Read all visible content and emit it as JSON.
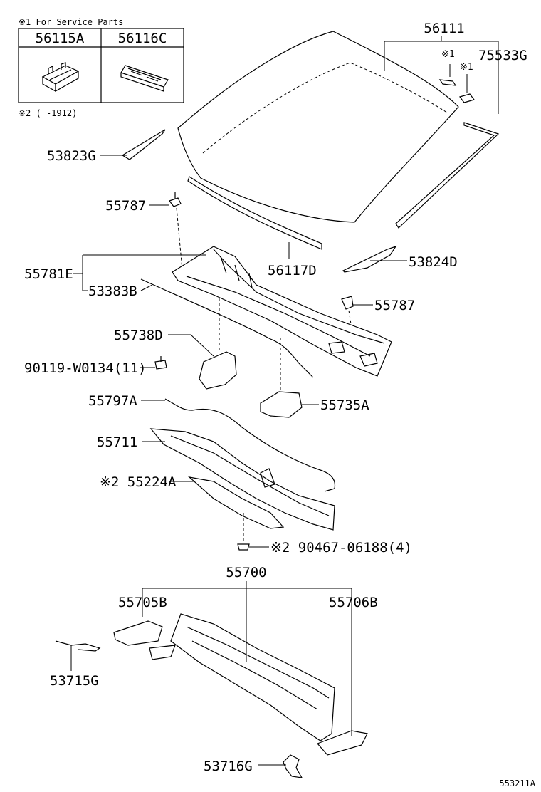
{
  "service_box": {
    "title": "※1 For Service Parts",
    "col1": "56115A",
    "col2": "56116C"
  },
  "note2": "※2 (    -1912)",
  "labels": {
    "p56111": "56111",
    "p75533G": "75533G",
    "mark1a": "※1",
    "mark1b": "※1",
    "p53823G": "53823G",
    "p55787_top": "55787",
    "p56117D": "56117D",
    "p53824D": "53824D",
    "p55781E": "55781E",
    "p53383B": "53383B",
    "p55787_right": "55787",
    "p55738D": "55738D",
    "p90119": "90119-W0134(11)",
    "p55797A": "55797A",
    "p55735A": "55735A",
    "p55711": "55711",
    "p55224A": "※2 55224A",
    "p90467": "※2 90467-06188(4)",
    "p55700": "55700",
    "p55705B": "55705B",
    "p55706B": "55706B",
    "p53715G": "53715G",
    "p53716G": "53716G",
    "drawing_no": "553211A"
  }
}
